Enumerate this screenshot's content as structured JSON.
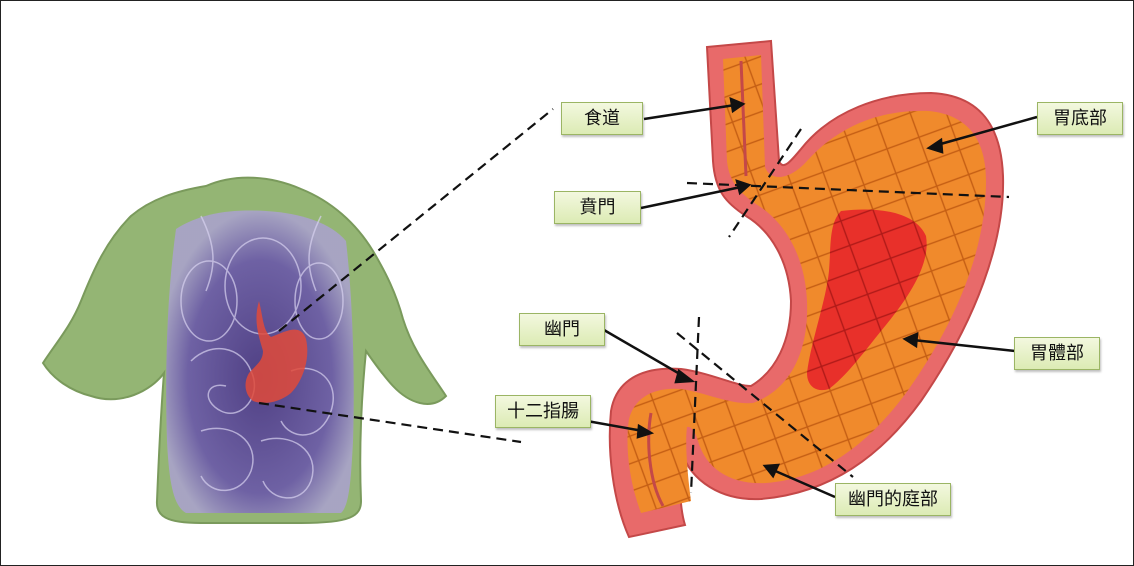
{
  "labels": {
    "esophagus": "食道",
    "cardia": "賁門",
    "pylorus": "幽門",
    "duodenum": "十二指腸",
    "fundus": "胃底部",
    "body": "胃體部",
    "antrum": "幽門的庭部"
  },
  "colors": {
    "torso_green": "#94b574",
    "torso_purple": "#5c4a96",
    "stomach_outer": "#e86a6a",
    "stomach_middle": "#f08a2c",
    "stomach_inner": "#e8302a",
    "label_border": "#9bb564"
  },
  "icons": {
    "torso": "human-torso-xray-icon",
    "stomach": "stomach-cross-section-icon"
  }
}
